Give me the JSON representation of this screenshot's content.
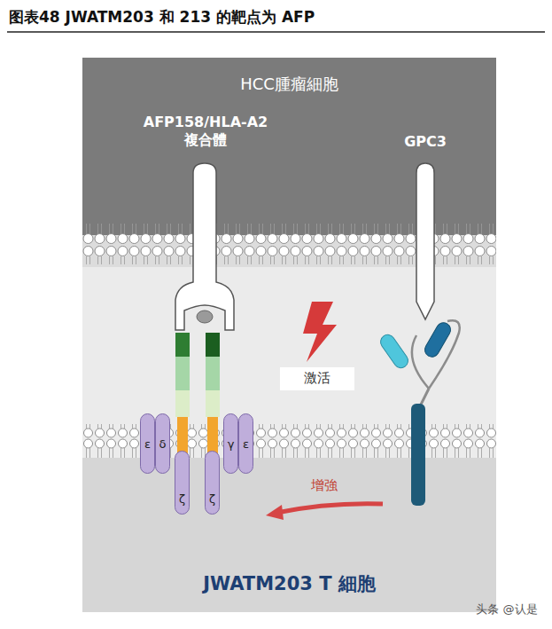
{
  "diagram": {
    "title": "图表48 JWATM203 和 213 的靶点为 AFP",
    "nodes": [
      {
        "text": [
          "HCC腫瘤細胞"
        ]
      },
      {
        "text": [
          "ε"
        ]
      },
      {
        "text": [
          "δ"
        ]
      },
      {
        "text": [
          "γ"
        ]
      },
      {
        "text": [
          "ε"
        ]
      },
      {
        "text": [
          "ζ"
        ]
      },
      {
        "text": [
          "ζ"
        ]
      },
      {
        "text": [
          "JWATM203 T 細胞"
        ]
      }
    ],
    "labels": [
      "AFP158/HLA-A2 複合體",
      "GPC3",
      "激活",
      "增強",
      "头条 @认是"
    ]
  }
}
